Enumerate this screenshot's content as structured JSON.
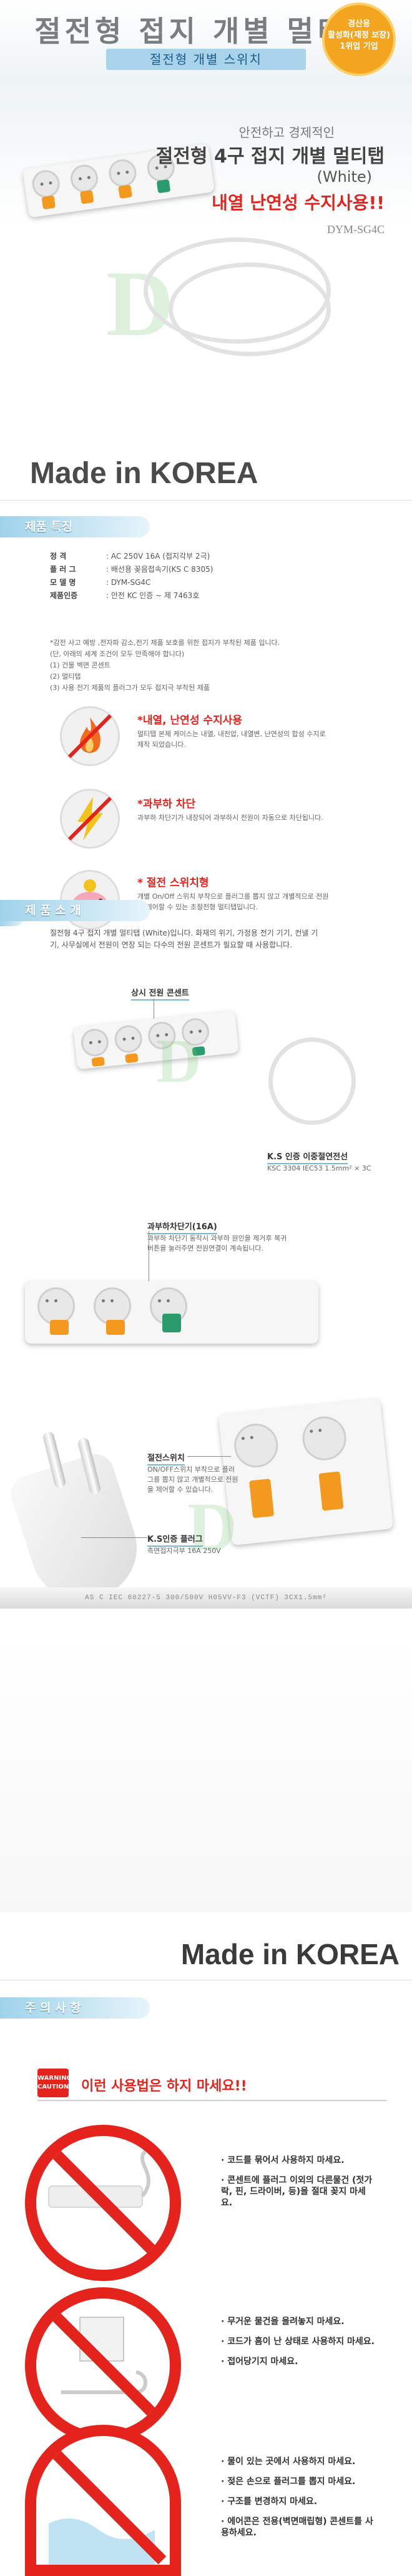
{
  "header": {
    "title": "절전형 접지 개별 멀티탭",
    "subtitle": "절전형 개별 스위치",
    "badge": [
      "경산용",
      "활성화(재정 보장)",
      "1위업 기업"
    ]
  },
  "hero": {
    "line1": "안전하고 경제적인",
    "line2": "절전형 4구 접지 개별 멀티탭",
    "line3": "(White)",
    "line4": "내열 난연성 수지사용!!",
    "model": "DYM-SG4C"
  },
  "made": "Made in KOREA",
  "spec": {
    "heading": "제품 특징",
    "rows": [
      {
        "k": "정    격",
        "v": ": AC 250V 16A (접지각부 2극)"
      },
      {
        "k": "플 러 그",
        "v": ": 배선용 꽂음접속기(KS C 8305)"
      },
      {
        "k": "모 델 명",
        "v": ": DYM-SG4C"
      },
      {
        "k": "제품인증",
        "v": ": 안전 KC 인증 ~ 제 7463호"
      }
    ],
    "notes": [
      "*감전 사고 예방 ,전자파 감소,전기 제품 보호를 위한 접지가 부착된 제품 입니다.",
      "(단, 아래의 세계 조건이 모두 만족해야 합니다)",
      "(1) 건물 벽면 콘센트",
      "(2) 멀티탭",
      "(3) 사용 전기 제품의 플러그가 모두 접지극 부착된 제품"
    ]
  },
  "features": [
    {
      "title": "*내열, 난연성 수지사용",
      "desc": "멀티탭 본체 케이스는 내열, 내전압, 내열변, 난연성의 합성 수지로 제작 되었습니다."
    },
    {
      "title": "*과부하 차단",
      "desc": "과부하 차단기가 내장되어 과부하시 전원이 자동으로 차단됩니다."
    },
    {
      "title": "* 절전 스위치형",
      "desc": "개별 On/Off 스위치 부착으로 플러그를 뽑지 않고 개별적으로 전원을 제어할 수 있는 초절전형 멀티탭입니다."
    }
  ],
  "intro": {
    "heading": "제 품 소 개",
    "text": "절전형 4구 접지 개별 멀티탭 (White)입니다. 화재의 위기, 가정용 전기 기기, 컨넬 기기, 사무실에서 전원이 연장 되는 다수의 전원 콘센트가 필요할 때 사용합니다."
  },
  "labels": {
    "always": "상시 전원 콘센트",
    "cable": "K.S 인증 이중절연전선",
    "cable_spec": "KSC 3304 IEC53 1.5mm² × 3C",
    "breaker": "과부하차단기(16A)",
    "breaker_desc": "과부하 차단기 동작시 과부하 원인을 제거후 복귀버튼을 눌러주면 전원연결이 계속됩니다.",
    "switch": "절전스위치",
    "switch_desc": "ON/OFF스위치 부착으로 플러그를 뽑지 않고 개별적으로 전원을 제어할 수 있습니다.",
    "plug": "K.S인증 플러그",
    "plug_desc": "측면접지극부 16A 250V"
  },
  "cable_print": "AS C IEC 60227-5 300/500V H05VV-F3 (VCTF) 3CX1.5mm²",
  "warning": {
    "heading": "주 의 사 항",
    "badge": "WARNING CAUTION",
    "title": "이런 사용법은 하지 마세요!!",
    "group1": [
      "코드를 묶어서 사용하지 마세요.",
      "콘센트에 플러그 이외의 다른물건 (젓가락, 핀, 드라이버, 등)을 절대 꽂지 마세요."
    ],
    "group2": [
      "무거운 물건을 올려놓지 마세요.",
      "코드가 흠이 난 상태로 사용하지 마세요.",
      "접어당기지 마세요."
    ],
    "group3": [
      "물이 있는 곳에서 사용하지 마세요.",
      "젖은 손으로 플러그를 뽑지 마세요.",
      "구조를 변경하지 마세요.",
      "에어콘은 전용(벽면매립형) 콘센트를 사용하세요."
    ]
  }
}
